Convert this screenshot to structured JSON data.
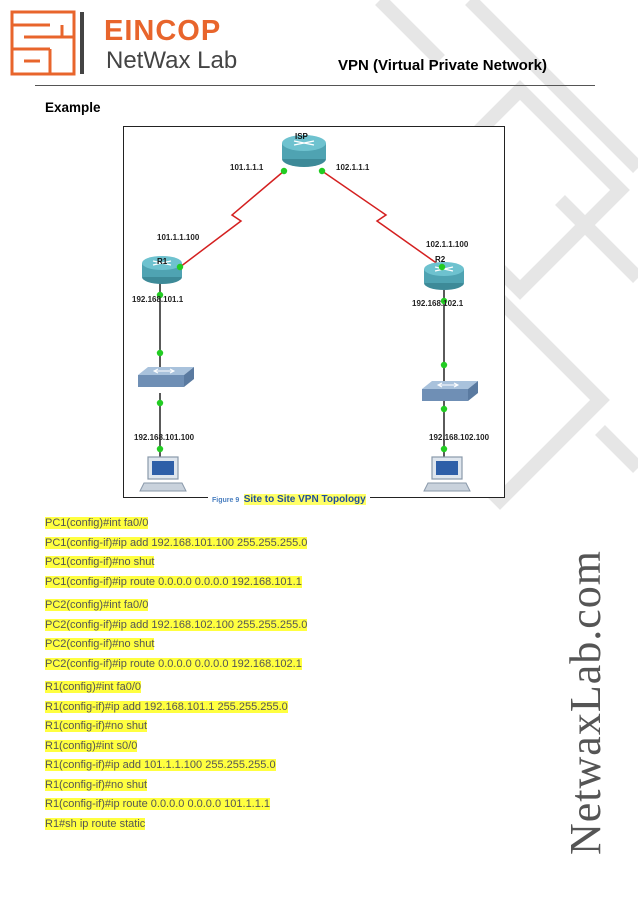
{
  "header": {
    "brand_top": "EINCOP",
    "brand_bottom": "NetWax Lab",
    "doc_title": "VPN (Virtual Private Network)"
  },
  "section": {
    "heading": "Example"
  },
  "figure": {
    "devices": {
      "isp": "ISP",
      "r1": "R1",
      "r2": "R2"
    },
    "ips": {
      "isp_left": "101.1.1.1",
      "isp_right": "102.1.1.1",
      "r1_wan": "101.1.1.100",
      "r2_wan": "102.1.1.100",
      "r1_lan": "192.168.101.1",
      "r2_lan": "192.168.102.1",
      "pc1": "192.168.101.100",
      "pc2": "192.168.102.100"
    },
    "caption_number": "Figure 9",
    "caption_text": "Site to Site VPN Topology"
  },
  "code_blocks": [
    [
      "PC1(config)#int fa0/0",
      "PC1(config-if)#ip add 192.168.101.100 255.255.255.0",
      "PC1(config-if)#no shut",
      "PC1(config-if)#ip route 0.0.0.0 0.0.0.0 192.168.101.1"
    ],
    [
      "PC2(config)#int fa0/0",
      "PC2(config-if)#ip add 192.168.102.100 255.255.255.0",
      "PC2(config-if)#no shut",
      "PC2(config-if)#ip route 0.0.0.0 0.0.0.0 192.168.102.1"
    ],
    [
      "R1(config)#int fa0/0",
      "R1(config-if)#ip add 192.168.101.1 255.255.255.0",
      "R1(config-if)#no shut",
      "R1(config)#int s0/0",
      "R1(config-if)#ip add 101.1.1.100 255.255.255.0",
      "R1(config-if)#no shut",
      "R1(config-if)#ip route 0.0.0.0 0.0.0.0 101.1.1.1",
      "R1#sh ip route static"
    ]
  ],
  "watermark": "NetwaxLab.com",
  "colors": {
    "brand_orange": "#e8652c",
    "highlight": "#ffff40",
    "caption_blue": "#1f4e9c",
    "serial_link": "#d42020",
    "port_green": "#22cc22"
  },
  "icons": [
    "eincop-logo-mark",
    "router-icon",
    "switch-icon",
    "pc-icon"
  ]
}
